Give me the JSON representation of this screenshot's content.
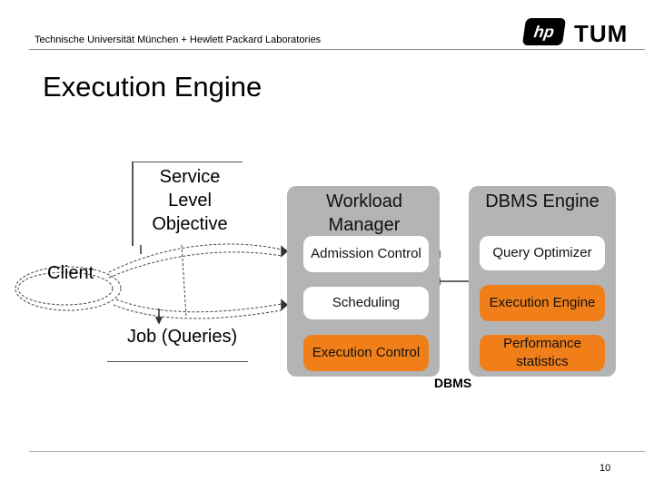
{
  "header": {
    "institution": "Technische Universität München + Hewlett Packard Laboratories",
    "logo_hp": "hp",
    "logo_tum": "TUM"
  },
  "slide": {
    "title": "Execution Engine",
    "page_number": "10"
  },
  "diagram": {
    "slo": "Service Level Objective",
    "client": "Client",
    "jobs": "Job (Queries)",
    "workload_manager": {
      "title": "Workload Manager",
      "admission_control": "Admission Control",
      "scheduling": "Scheduling",
      "execution_control": "Execution Control"
    },
    "dbms_engine": {
      "title": "DBMS Engine",
      "query_optimizer": "Query Optimizer",
      "execution_engine": "Execution Engine",
      "performance_statistics": "Performance statistics"
    },
    "dbms_label": "DBMS"
  },
  "colors": {
    "panel_gray": "#b4b4b4",
    "highlight_orange": "#f07f1a"
  }
}
